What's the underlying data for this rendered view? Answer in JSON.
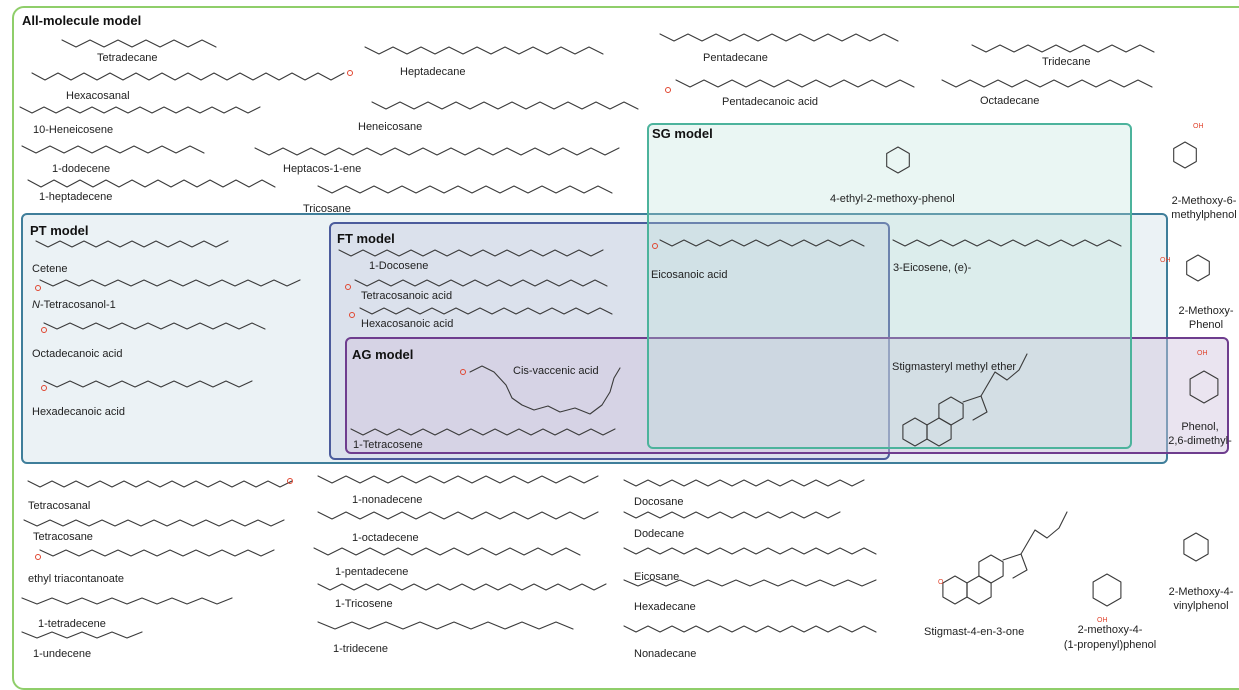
{
  "titles": {
    "all": "All-molecule model",
    "pt": "PT model",
    "ft": "FT model",
    "ag": "AG model",
    "sg": "SG model"
  },
  "labels": {
    "tetradecane": "Tetradecane",
    "hexacosanal": "Hexacosanal",
    "heneicosene10": "10-Heneicosene",
    "dodecene1": "1-dodecene",
    "heptadecene1": "1-heptadecene",
    "heptadecane": "Heptadecane",
    "heneicosane": "Heneicosane",
    "heptacosene": "Heptacos-1-ene",
    "tricosane": "Tricosane",
    "pentadecane": "Pentadecane",
    "pentadecanoic": "Pentadecanoic acid",
    "tridecane": "Tridecane",
    "octadecane": "Octadecane",
    "methoxy6methylphenol_a": "2-Methoxy-6-",
    "methoxy6methylphenol_b": "methylphenol",
    "methoxyphenol_a": "2-Methoxy-",
    "methoxyphenol_b": "Phenol",
    "ethylmethoxyphenol": "4-ethyl-2-methoxy-phenol",
    "cetene": "Cetene",
    "tetracosanol_n": "N",
    "tetracosanol": "-Tetracosanol-1",
    "octadecanoic": "Octadecanoic acid",
    "hexadecanoic": "Hexadecanoic acid",
    "docosene1": "1-Docosene",
    "tetracosanoic": "Tetracosanoic acid",
    "hexacosanoic": "Hexacosanoic acid",
    "eicosanoic": "Eicosanoic acid",
    "eicosene3": "3-Eicosene, (e)-",
    "cisvaccenic": "Cis-vaccenic acid",
    "tetracosene1": "1-Tetracosene",
    "stigmasteryl": "Stigmasteryl methyl ether",
    "dimethylphenol_a": "Phenol,",
    "dimethylphenol_b": "2,6-dimethyl-",
    "tetracosanal": "Tetracosanal",
    "tetracosane": "Tetracosane",
    "ethyltriacontanoate": "ethyl triacontanoate",
    "tetradecene1": "1-tetradecene",
    "undecene1": "1-undecene",
    "nonadecene1": "1-nonadecene",
    "octadecene1": "1-octadecene",
    "pentadecene1": "1-pentadecene",
    "tricosene1": "1-Tricosene",
    "tridecene1": "1-tridecene",
    "docosane": "Docosane",
    "dodecane": "Dodecane",
    "eicosane": "Eicosane",
    "hexadecane": "Hexadecane",
    "nonadecane": "Nonadecane",
    "stigmastenone": "Stigmast-4-en-3-one",
    "methoxypropenylphenol_a": "2-methoxy-4-",
    "methoxypropenylphenol_b": "(1-propenyl)phenol",
    "methoxyvinylphenol_a": "2-Methoxy-4-",
    "methoxyvinylphenol_b": "vinylphenol"
  },
  "atoms": {
    "oxygen": "O",
    "hydroxyl": "OH"
  },
  "colors": {
    "all_model": "#8fce6a",
    "pt_model": "#3f7e9a",
    "ft_model": "#4b5b9c",
    "ag_model": "#6e3d8e",
    "sg_model": "#4cb39c",
    "heteroatom": "#e0452f"
  }
}
